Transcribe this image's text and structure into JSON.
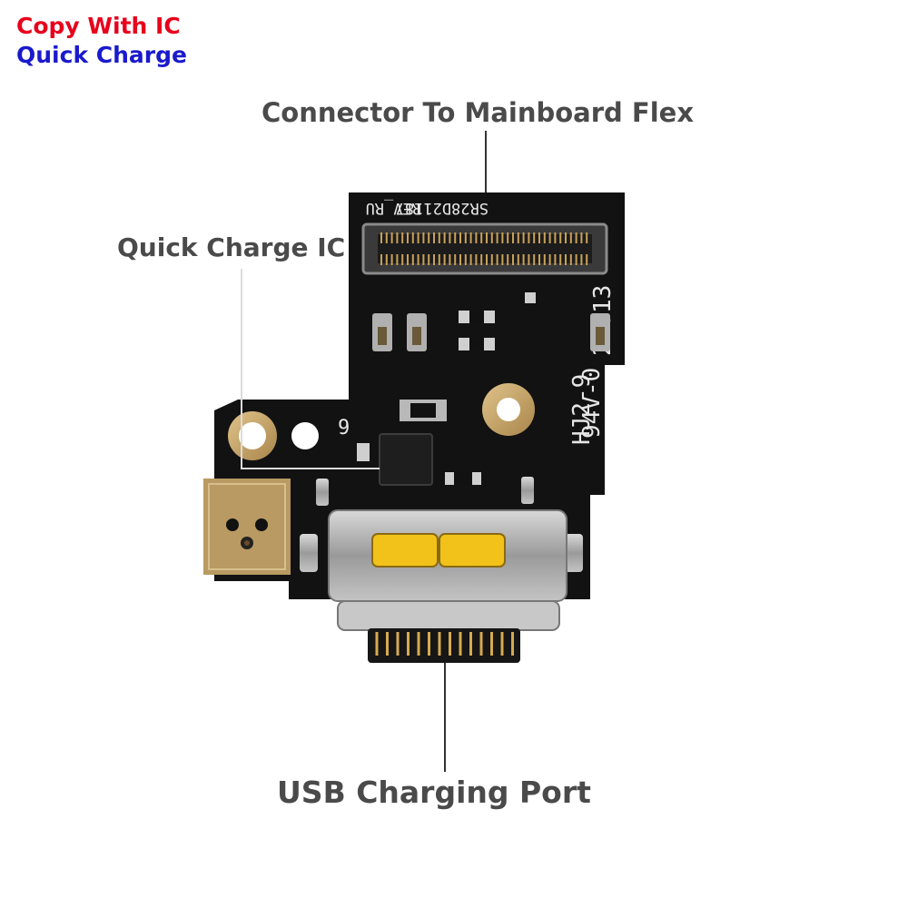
{
  "badges": {
    "line1": "Copy With IC",
    "line2": "Quick Charge",
    "line1_color": "#e8001c",
    "line2_color": "#1a1acc"
  },
  "callouts": {
    "connector": "Connector To Mainboard Flex",
    "ic": "Quick Charge IC",
    "usb": "USB Charging Port"
  },
  "board_markings": {
    "part_no": "SR28D21187",
    "rev": "REV_RU",
    "cert": "94V-0",
    "code1": "22013",
    "code2": "HJ2-9",
    "pad_mark": "9"
  },
  "colors": {
    "pcb": "#121212",
    "gold": "#c8a76a",
    "silver": "#a9a9a9",
    "pad_yellow": "#f2c21a",
    "callout_text": "#4a4a4a"
  }
}
